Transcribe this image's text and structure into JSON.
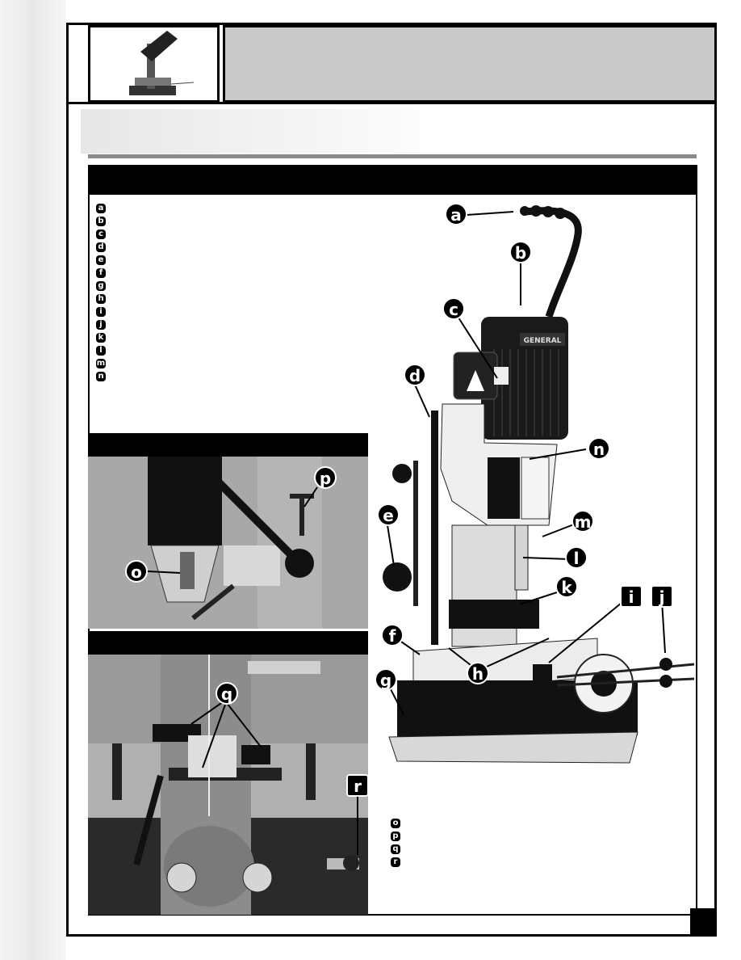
{
  "callouts": {
    "a": "a",
    "b": "b",
    "c": "c",
    "d": "d",
    "e": "e",
    "f": "f",
    "g": "g",
    "h": "h",
    "i": "i",
    "j": "j",
    "k": "k",
    "l": "l",
    "m": "m",
    "n": "n",
    "o": "o",
    "p": "p",
    "q": "q",
    "r": "r"
  },
  "legend_main": [
    "a",
    "b",
    "c",
    "d",
    "e",
    "f",
    "g",
    "h",
    "i",
    "j",
    "k",
    "l",
    "m",
    "n"
  ],
  "legend_secondary": [
    "o",
    "p",
    "q",
    "r"
  ],
  "brand_on_motor": "GENERAL",
  "colors": {
    "frame": "#000000",
    "header_fill": "#c9c9c9",
    "rule": "#8a8a8a",
    "machine": "#1a1a1a"
  }
}
